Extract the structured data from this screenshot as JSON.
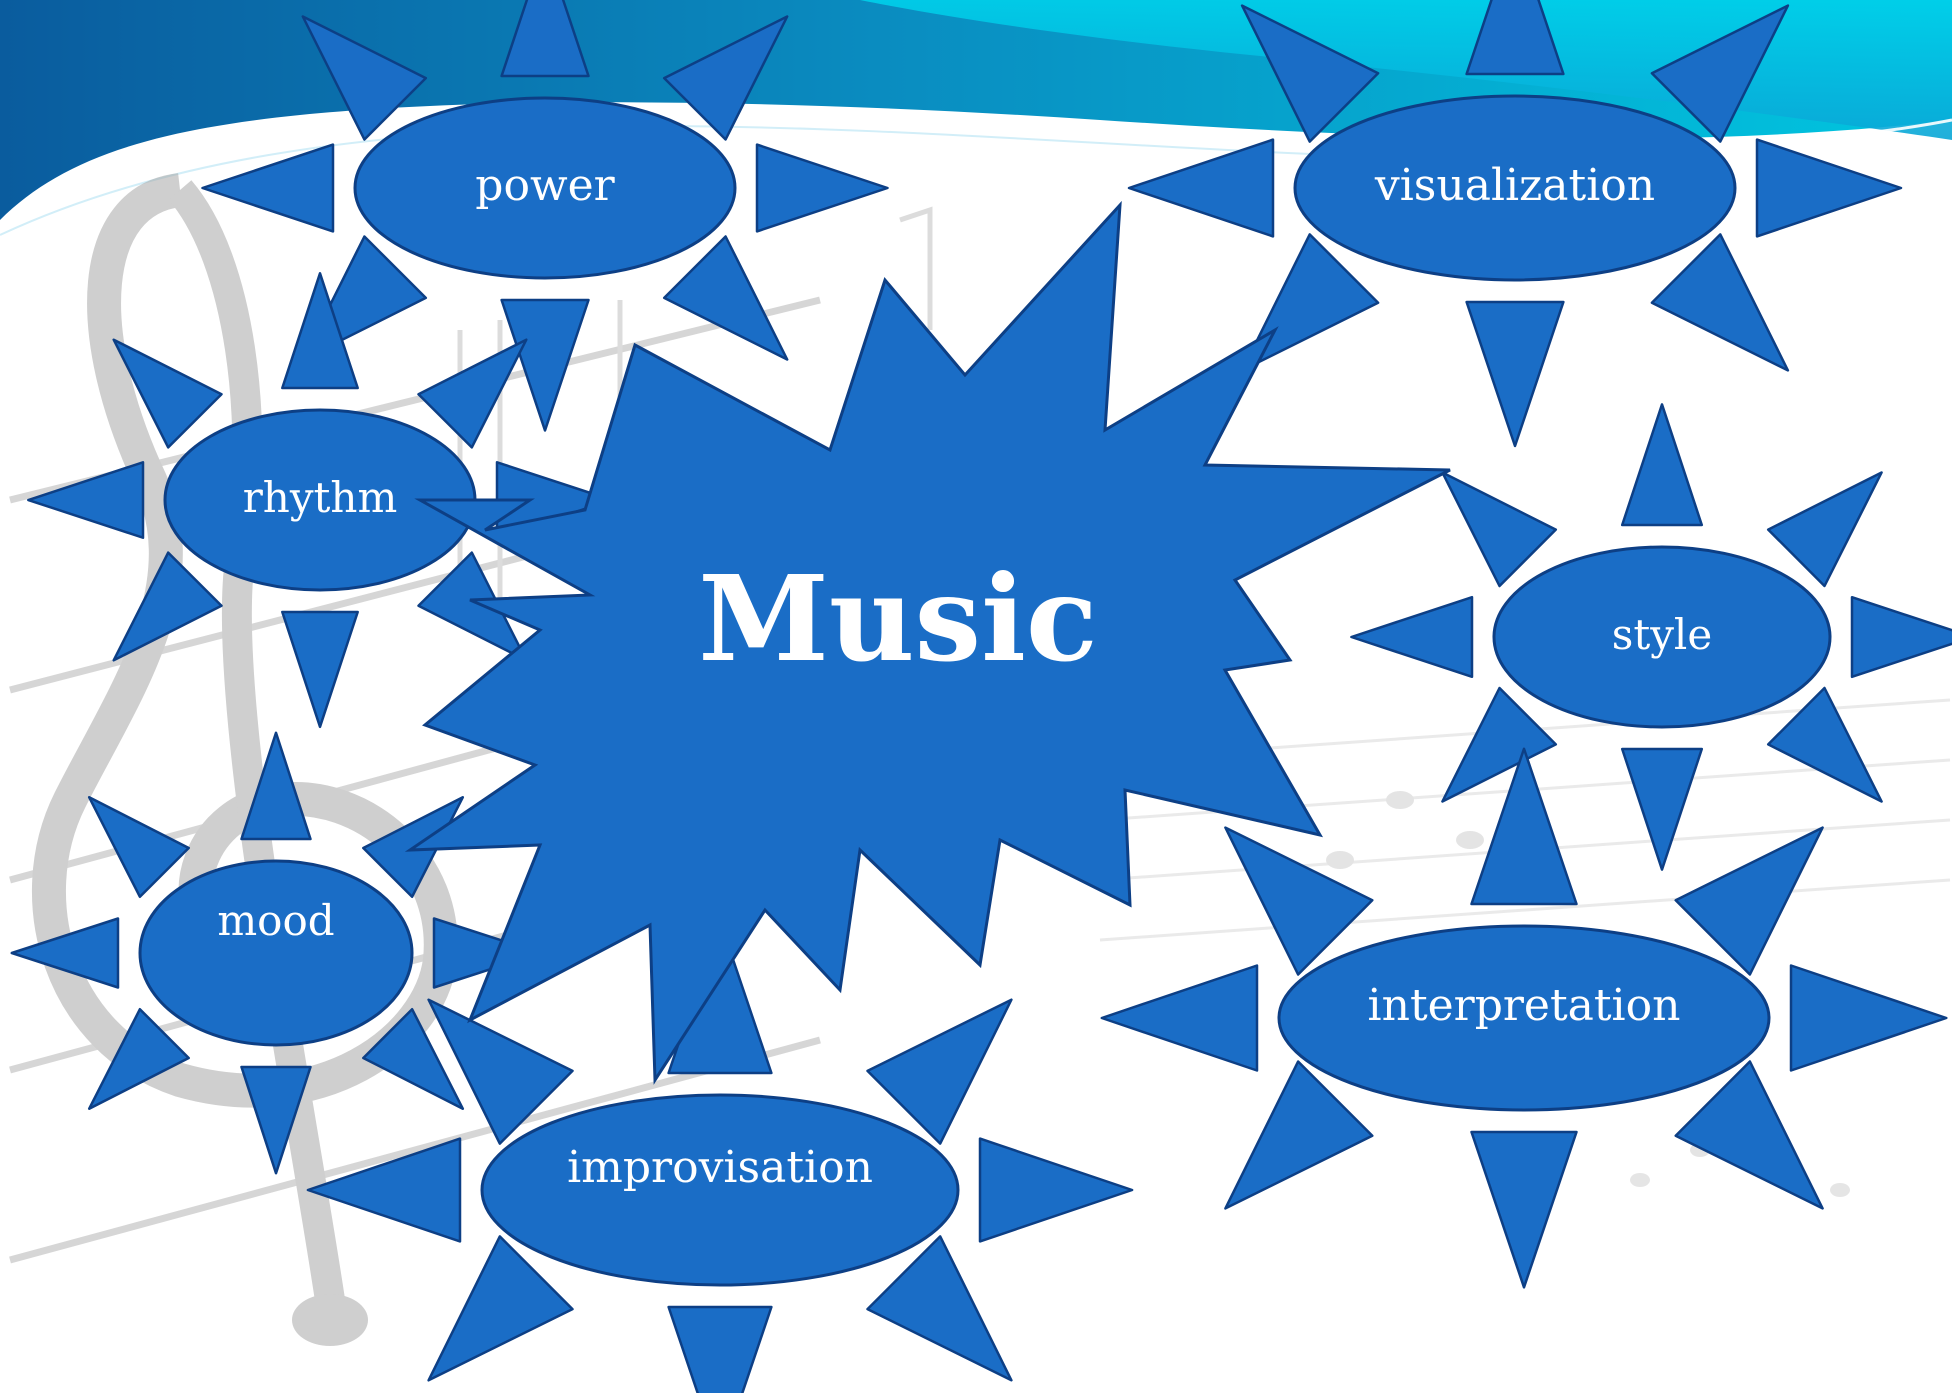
{
  "slide": {
    "center_label": "Music",
    "concepts": [
      {
        "id": "power",
        "label": "power"
      },
      {
        "id": "visualization",
        "label": "visualization"
      },
      {
        "id": "rhythm",
        "label": "rhythm"
      },
      {
        "id": "style",
        "label": "style"
      },
      {
        "id": "mood",
        "label": "mood"
      },
      {
        "id": "interpretation",
        "label": "interpretation"
      },
      {
        "id": "improvisation",
        "label": "improvisation"
      }
    ]
  },
  "colors": {
    "shape_fill": "#1a6dc6",
    "shape_outline": "#0d3f85",
    "banner_teal": "#00b4d8",
    "text": "#ffffff"
  }
}
